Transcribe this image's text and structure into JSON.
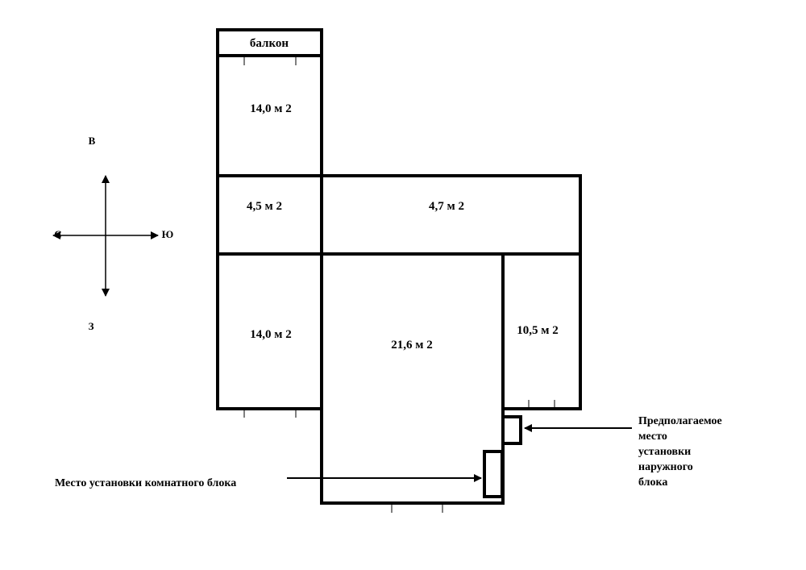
{
  "rooms": {
    "balcony": "балкон",
    "room_top": "14,0 м 2",
    "hall_small": "4,5 м 2",
    "corridor": "4,7 м 2",
    "room_bottom_left": "14,0 м 2",
    "room_main": "21,6 м 2",
    "room_right": "10,5 м 2"
  },
  "compass": {
    "north": "В",
    "south": "З",
    "west": "С",
    "east": "Ю"
  },
  "annotations": {
    "indoor_unit": "Место установки комнатного блока",
    "outdoor_unit_lines": [
      "Предполагаемое",
      "место",
      "установки",
      "наружного",
      "блока"
    ]
  }
}
